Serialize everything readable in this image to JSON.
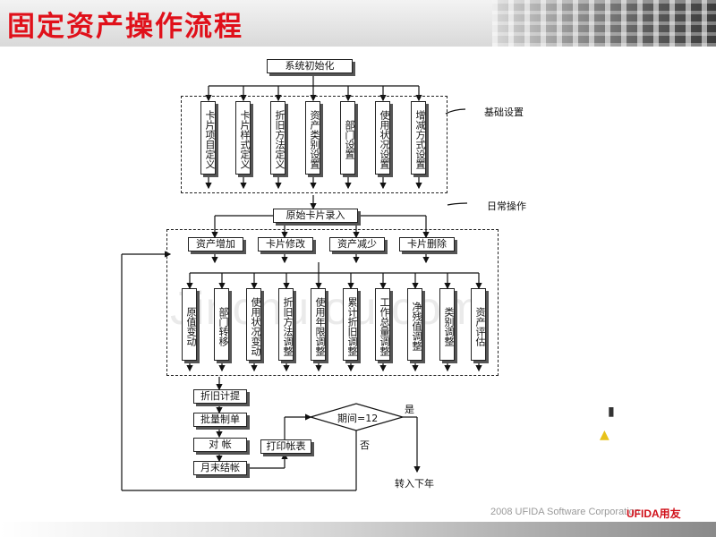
{
  "header": {
    "title": "固定资产操作流程"
  },
  "footer": {
    "copyright": "2008 UFIDA Software Corporation",
    "logo": "UFIDA用友"
  },
  "watermark": {
    "text": "Jinchutou.com"
  },
  "flow": {
    "init": "系统初始化",
    "basic_label": "基础设置",
    "basic_items": [
      "卡片项目定义",
      "卡片样式定义",
      "折旧方法定义",
      "资产类别设置",
      "部门设置",
      "使用状况设置",
      "增减方式设置"
    ],
    "daily_label": "日常操作",
    "entry": "原始卡片录入",
    "ops": [
      "资产增加",
      "卡片修改",
      "资产减少",
      "卡片删除"
    ],
    "changes": [
      "原值变动",
      "部门转移",
      "使用状况变动",
      "折旧方法调整",
      "使用年限调整",
      "累计折旧调整",
      "工作总量调整",
      "净残值调整",
      "类别调整",
      "资产评估"
    ],
    "depreciation": "折旧计提",
    "batch": "批量制单",
    "reconcile": "对 帐",
    "month_end": "月末结帐",
    "print": "打印帐表",
    "decision": "期间=12",
    "yes": "是",
    "no": "否",
    "next_year": "转入下年"
  }
}
